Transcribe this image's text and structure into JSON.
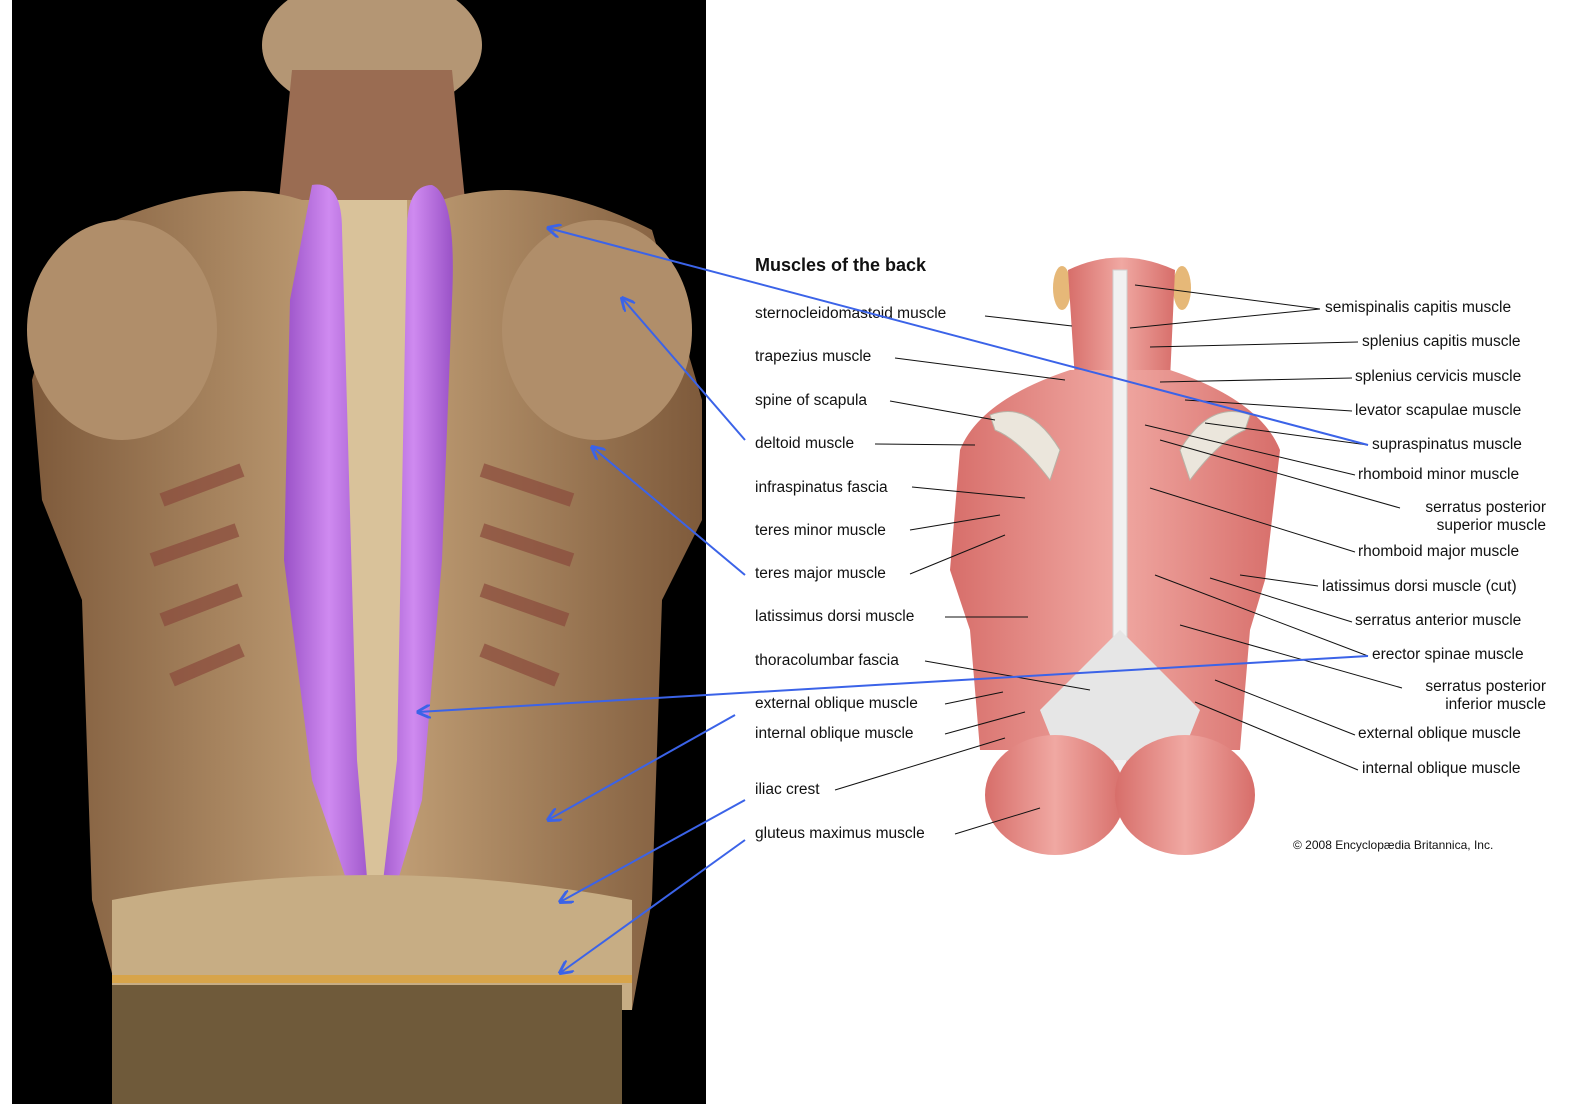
{
  "diagram": {
    "title": "Muscles of the back",
    "copyright": "© 2008 Encyclopædia Britannica, Inc.",
    "left_labels": [
      "sternocleidomastoid muscle",
      "trapezius muscle",
      "spine of scapula",
      "deltoid muscle",
      "infraspinatus fascia",
      "teres minor muscle",
      "teres major muscle",
      "latissimus dorsi muscle",
      "thoracolumbar fascia",
      "external oblique muscle",
      "internal oblique muscle",
      "iliac crest",
      "gluteus maximus muscle"
    ],
    "right_labels": [
      "semispinalis capitis muscle",
      "splenius capitis muscle",
      "splenius cervicis muscle",
      "levator scapulae muscle",
      "supraspinatus muscle",
      "rhomboid minor muscle",
      "serratus posterior superior muscle",
      "rhomboid major muscle",
      "latissimus dorsi muscle (cut)",
      "serratus anterior muscle",
      "erector spinae muscle",
      "serratus posterior inferior muscle",
      "external oblique muscle",
      "internal oblique muscle"
    ]
  },
  "colors": {
    "pointer_arrow": "#3b63e8",
    "highlight_muscle": "#b565dd",
    "illustration_muscle": "#dc7f7c",
    "fascia": "#e6e6e6",
    "photo_background": "#000000"
  }
}
